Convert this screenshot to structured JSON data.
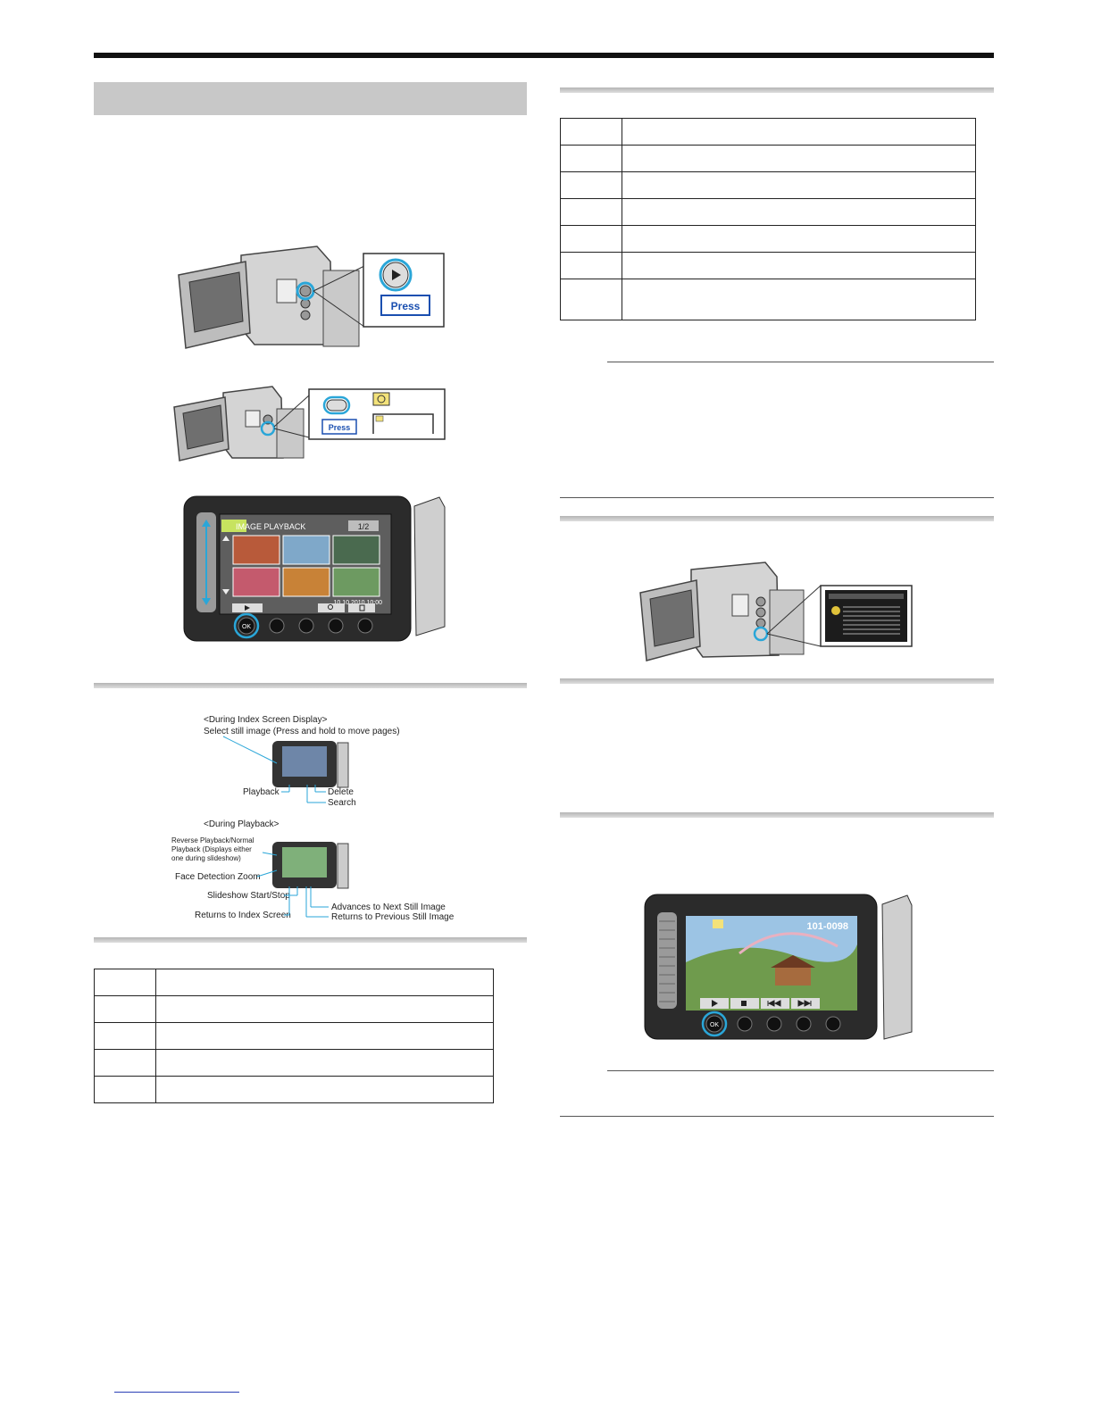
{
  "press_label": "Press",
  "lcd_index": {
    "title": "IMAGE PLAYBACK",
    "page": "1/2",
    "datetime": "10.10.2010  10:00",
    "ok_label": "OK"
  },
  "button_diagram": {
    "index_heading": "<During Index Screen Display>",
    "index_labels": {
      "select": "Select still image (Press and hold to move pages)",
      "playback": "Playback",
      "delete": "Delete",
      "search": "Search"
    },
    "playback_heading": "<During Playback>",
    "playback_labels": {
      "reverse": "Reverse Playback/Normal Playback (Displays either one during slideshow)",
      "face_zoom": "Face Detection Zoom",
      "slideshow": "Slideshow Start/Stop",
      "returns_index": "Returns to Index Screen",
      "next": "Advances to Next Still Image",
      "previous": "Returns to Previous Still Image"
    }
  },
  "lcd_playback": {
    "file_number": "101-0098",
    "ok_label": "OK"
  },
  "colors": {
    "accent_blue": "#2aa6d8",
    "press_blue": "#1a4fb0",
    "heading_grey": "#c8c8c8"
  }
}
